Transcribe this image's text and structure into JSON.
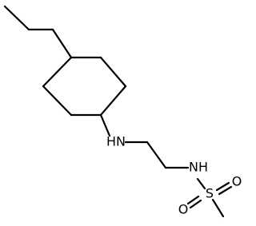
{
  "structure": {
    "atoms": {
      "amine_nh": "HN",
      "sulfonamide_nh": "NH",
      "sulfur": "S",
      "oxygen_top": "O",
      "oxygen_bottom": "O"
    },
    "bond_color": "#000000"
  }
}
